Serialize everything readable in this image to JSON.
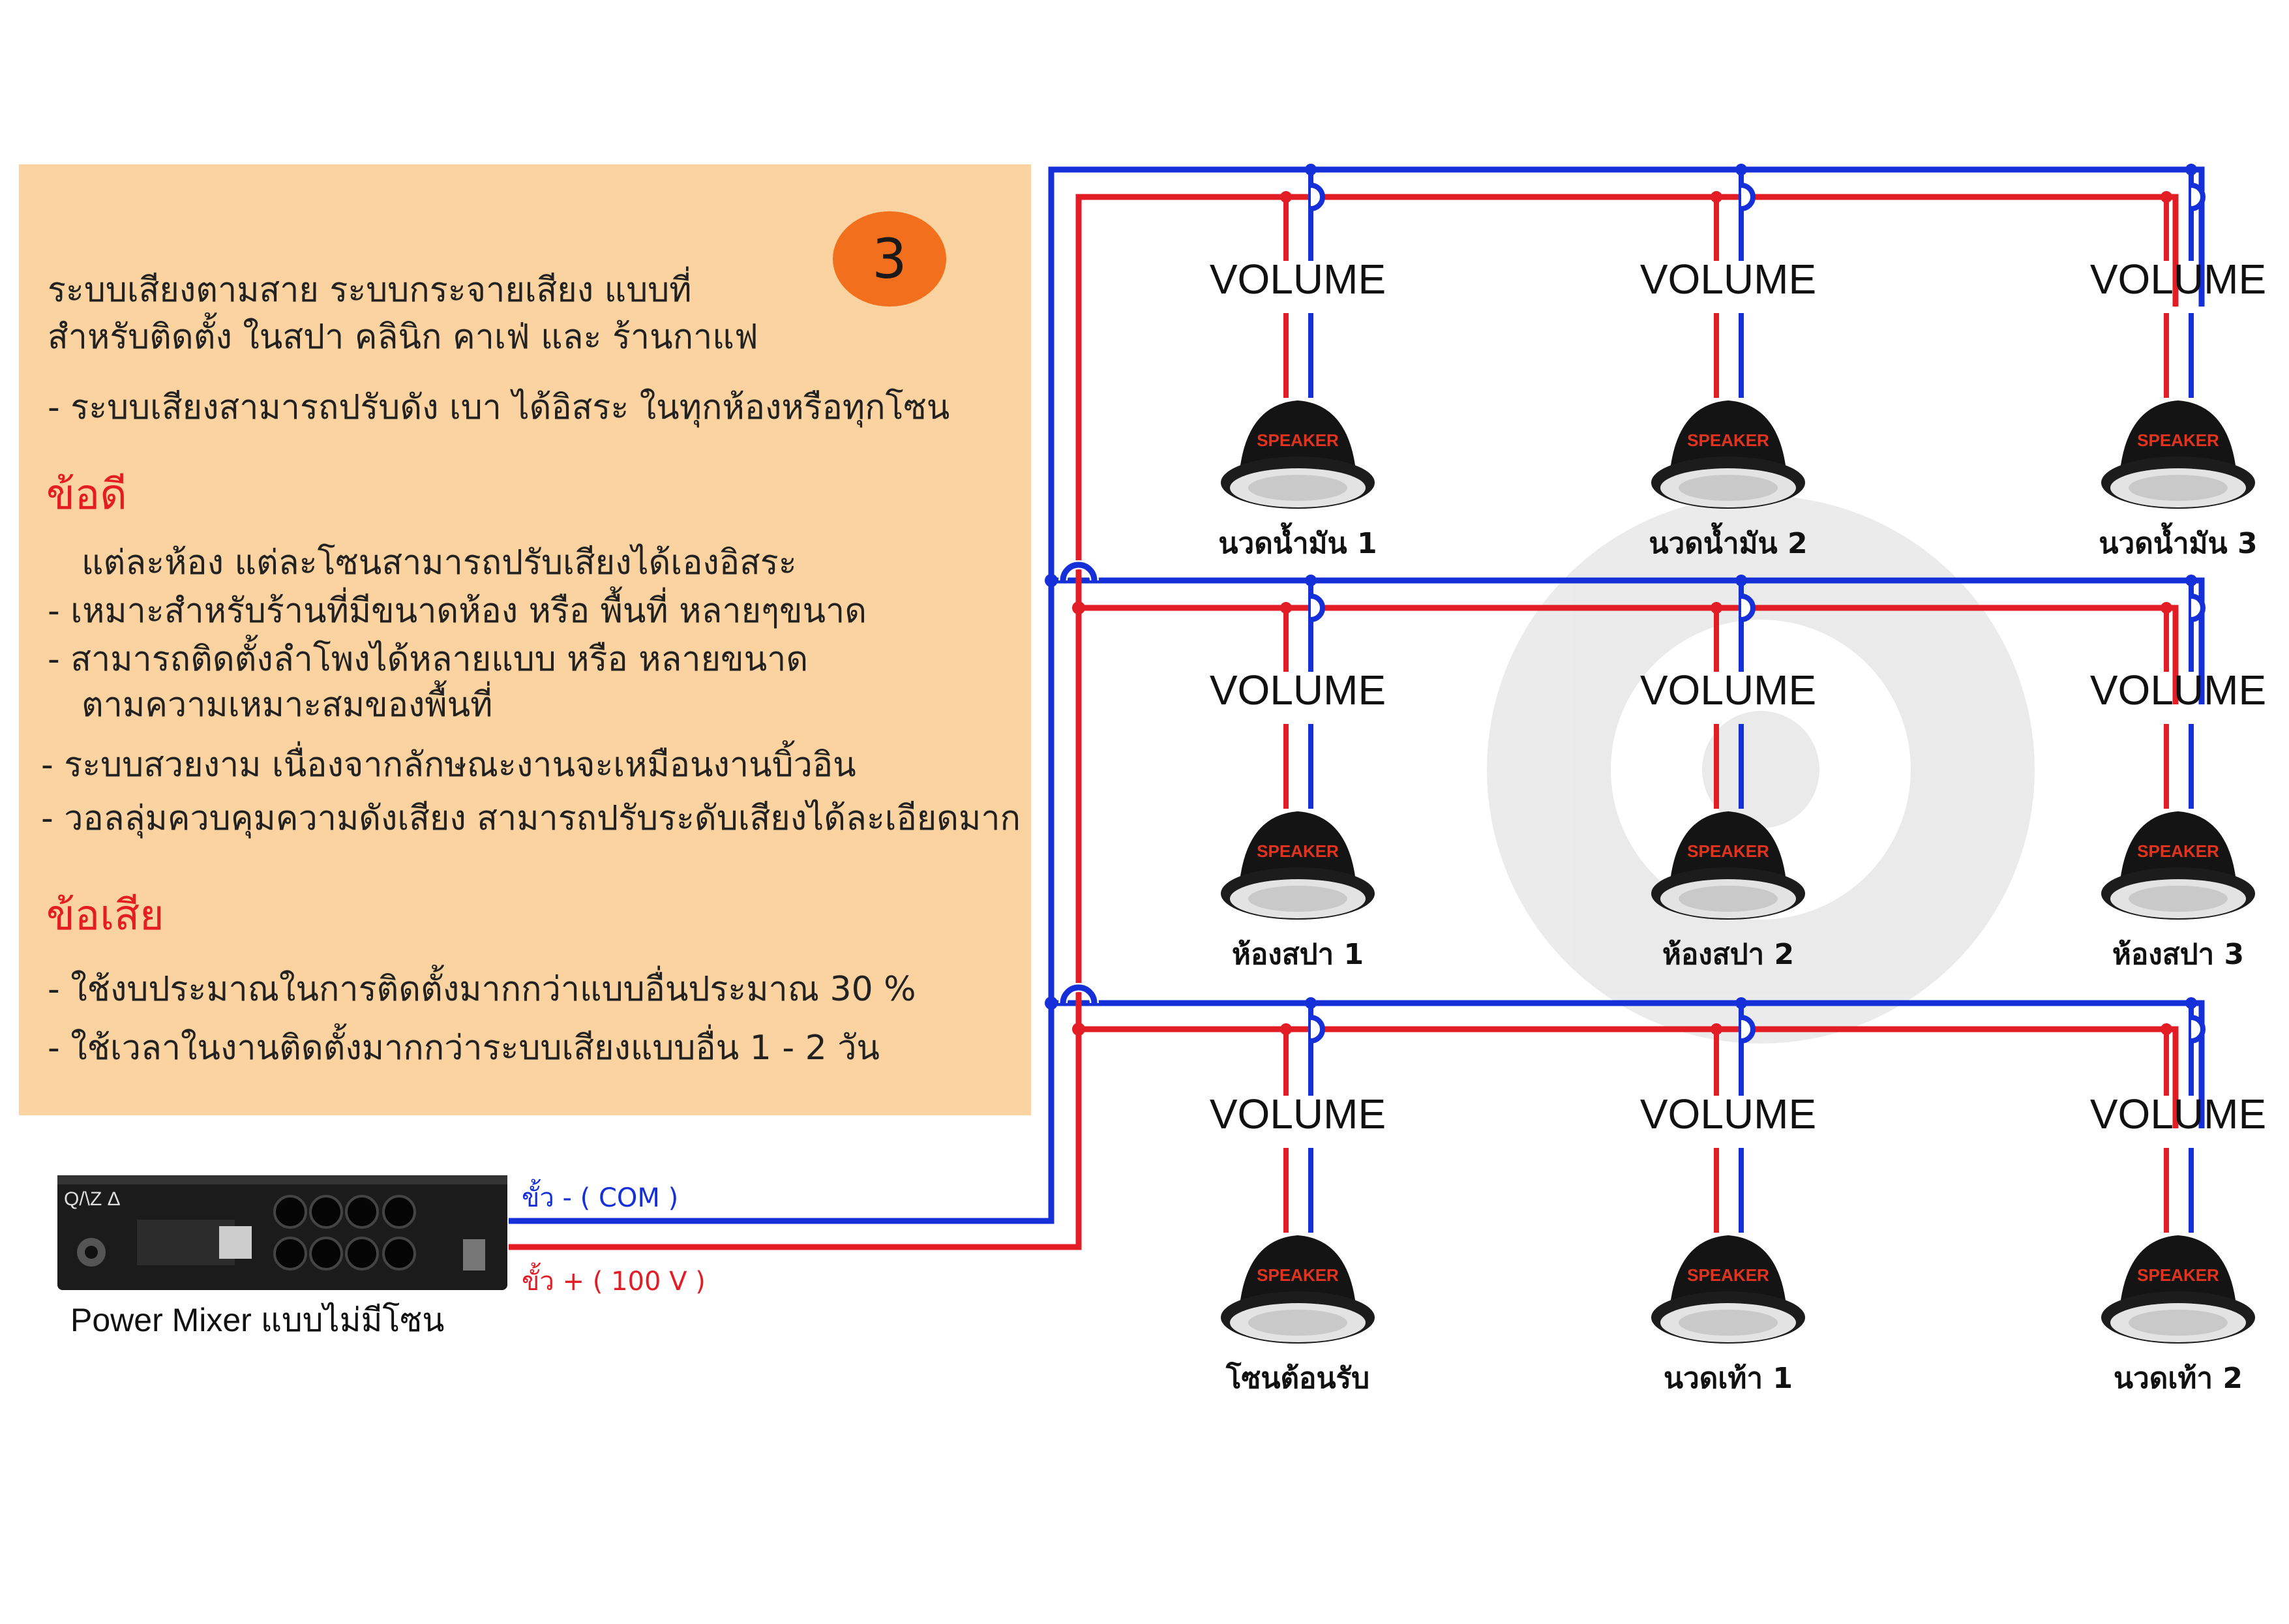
{
  "panel": {
    "badge": "3",
    "intro_line1": "ระบบเสียงตามสาย ระบบกระจายเสียง แบบที่",
    "intro_line2": "สำหรับติดตั้ง ในสปา คลินิก คาเฟ่  และ ร้านกาแฟ",
    "intro_bullet": "-  ระบบเสียงสามารถปรับดัง เบา ได้อิสระ ในทุกห้องหรือทุกโซน",
    "pros_heading": "ข้อดี",
    "pros": [
      "แต่ละห้อง แต่ละโซนสามารถปรับเสียงได้เองอิสระ",
      "-  เหมาะสำหรับร้านที่มีขนาดห้อง หรือ พื้นที่ หลายๆขนาด",
      "-  สามารถติดตั้งลำโพงได้หลายแบบ หรือ หลายขนาด",
      "ตามความเหมาะสมของพื้นที่",
      "-  ระบบสวยงาม เนื่องจากลักษณะงานจะเหมือนงานบิ้วอิน",
      "-  วอลลุ่มควบคุมความดังเสียง สามารถปรับระดับเสียงได้ละเอียดมาก"
    ],
    "cons_heading": "ข้อเสีย",
    "cons": [
      "-  ใช้งบประมาณในการติดตั้งมากกว่าแบบอื่นประมาณ 30 %",
      "-  ใช้เวลาในงานติดตั้งมากกว่าระบบเสียงแบบอื่น 1 - 2 วัน"
    ]
  },
  "mixer": {
    "caption": "Power Mixer แบบไม่มีโซน",
    "brand": "Q/\\Z Δ",
    "terminal_com": "ขั้ว  -  ( COM )",
    "terminal_100v": "ขั้ว  +  ( 100 V )"
  },
  "zones": {
    "volume_label": "VOLUME",
    "speaker_label": "SPEAKER",
    "rows": [
      [
        "นวดน้ำมัน 1",
        "นวดน้ำมัน 2",
        "นวดน้ำมัน 3"
      ],
      [
        "ห้องสปา 1",
        "ห้องสปา 2",
        "ห้องสปา 3"
      ],
      [
        "โซนต้อนรับ",
        "นวดเท้า 1",
        "นวดเท้า 2"
      ]
    ]
  },
  "colors": {
    "com_wire": "#1530d8",
    "line_wire": "#e21d26",
    "panel_bg": "#fbd3a0",
    "badge": "#f26f1e",
    "heading_red": "#e41e1e"
  }
}
